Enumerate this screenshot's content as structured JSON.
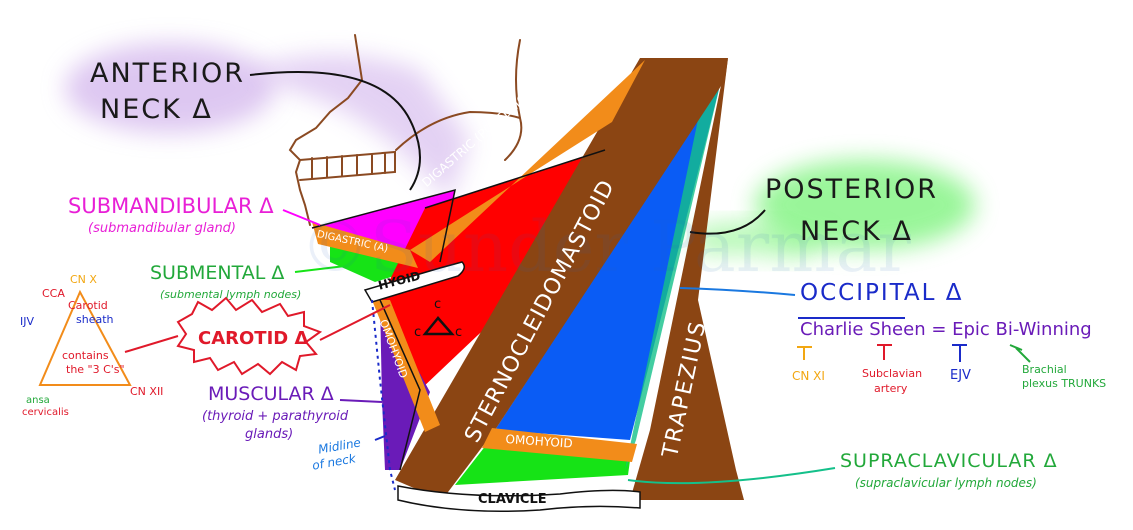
{
  "watermark": "©Sunder Parmar",
  "regions": {
    "anterior": {
      "line1": "ANTERIOR",
      "line2": "NECK Δ"
    },
    "posterior": {
      "line1": "POSTERIOR",
      "line2": "NECK Δ"
    },
    "submandibular": {
      "title": "SUBMANDIBULAR Δ",
      "note": "(submandibular gland)"
    },
    "submental": {
      "title": "SUBMENTAL Δ",
      "note": "(submental lymph nodes)"
    },
    "carotid": {
      "title": "CAROTID Δ"
    },
    "muscular": {
      "title": "MUSCULAR Δ",
      "note_line1": "(thyroid + parathyroid",
      "note_line2": "glands)"
    },
    "occipital": {
      "title": "OCCIPITAL Δ"
    },
    "supraclavicular": {
      "title": "SUPRACLAVICULAR Δ",
      "note": "(supraclavicular lymph nodes)"
    }
  },
  "muscles": {
    "digastric_posterior": "DIGASTRIC (POSTERIOR BELLY)",
    "digastric_anterior": "DIGASTRIC (A)",
    "hyoid": "HYOID",
    "omohyoid_vertical": "OMOHYOID",
    "omohyoid_inferior": "OMOHYOID",
    "sternocleidomastoid": "STERNOCLEIDOMASTOID",
    "trapezius": "TRAPEZIUS",
    "clavicle": "CLAVICLE"
  },
  "midline": {
    "line1": "Midline",
    "line2": "of neck"
  },
  "carotid_sheath": {
    "top": "CN X",
    "cca": "CCA",
    "ijv": "IJV",
    "center_line1": "Carotid",
    "center_line2": "sheath",
    "contains_line1": "contains",
    "contains_line2": "the \"3 C's\"",
    "ansa_line1": "ansa",
    "ansa_line2": "cervicalis",
    "cn12": "CN XII",
    "tri_c": "c"
  },
  "mnemonic": {
    "phrase": "Charlie Sheen = Epic Bi-Winning",
    "items": [
      {
        "label": "CN XI",
        "color": "#f2a712"
      },
      {
        "label_line1": "Subclavian",
        "label_line2": "artery",
        "color": "#e0192a"
      },
      {
        "label": "EJV",
        "color": "#1a2bc9"
      },
      {
        "label_line1": "Brachial",
        "label_line2": "plexus TRUNKS",
        "color": "#22a83a"
      }
    ]
  },
  "colors": {
    "muscle_brown": "#8b4513",
    "red": "#ff0000",
    "magenta": "#ff00ff",
    "green": "#16e316",
    "blue": "#0a5cf5",
    "purple": "#6a1bb8",
    "orange": "#f28c1a",
    "teal": "#14c08a"
  }
}
